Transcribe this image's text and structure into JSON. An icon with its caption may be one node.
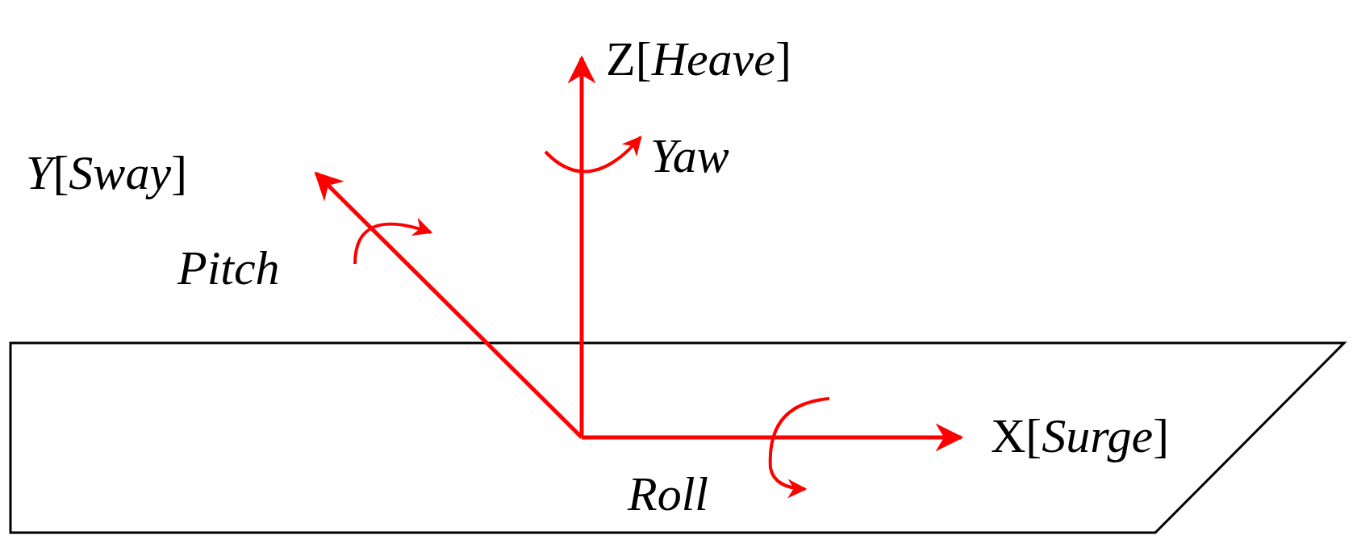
{
  "diagram": {
    "labels": [
      "Z[*Heave*]",
      "Yaw",
      "*Y*[*Sway*]",
      "Pitch",
      "X[*Surge*]",
      "Roll"
    ]
  }
}
